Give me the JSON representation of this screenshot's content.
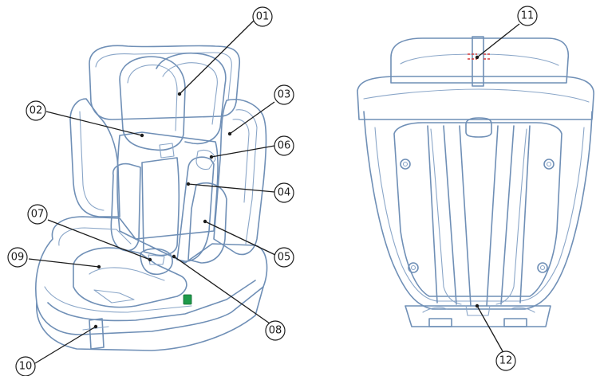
{
  "colors": {
    "outline": "#6f8fb6",
    "leader": "#1c1c1c",
    "indicator_green": "#1e9a4a",
    "marker_red": "#d23a3a"
  },
  "callouts": [
    {
      "id": "01",
      "label": "01"
    },
    {
      "id": "02",
      "label": "02"
    },
    {
      "id": "03",
      "label": "03"
    },
    {
      "id": "04",
      "label": "04"
    },
    {
      "id": "05",
      "label": "05"
    },
    {
      "id": "06",
      "label": "06"
    },
    {
      "id": "07",
      "label": "07"
    },
    {
      "id": "08",
      "label": "08"
    },
    {
      "id": "09",
      "label": "09"
    },
    {
      "id": "10",
      "label": "10"
    },
    {
      "id": "11",
      "label": "11"
    },
    {
      "id": "12",
      "label": "12"
    }
  ]
}
